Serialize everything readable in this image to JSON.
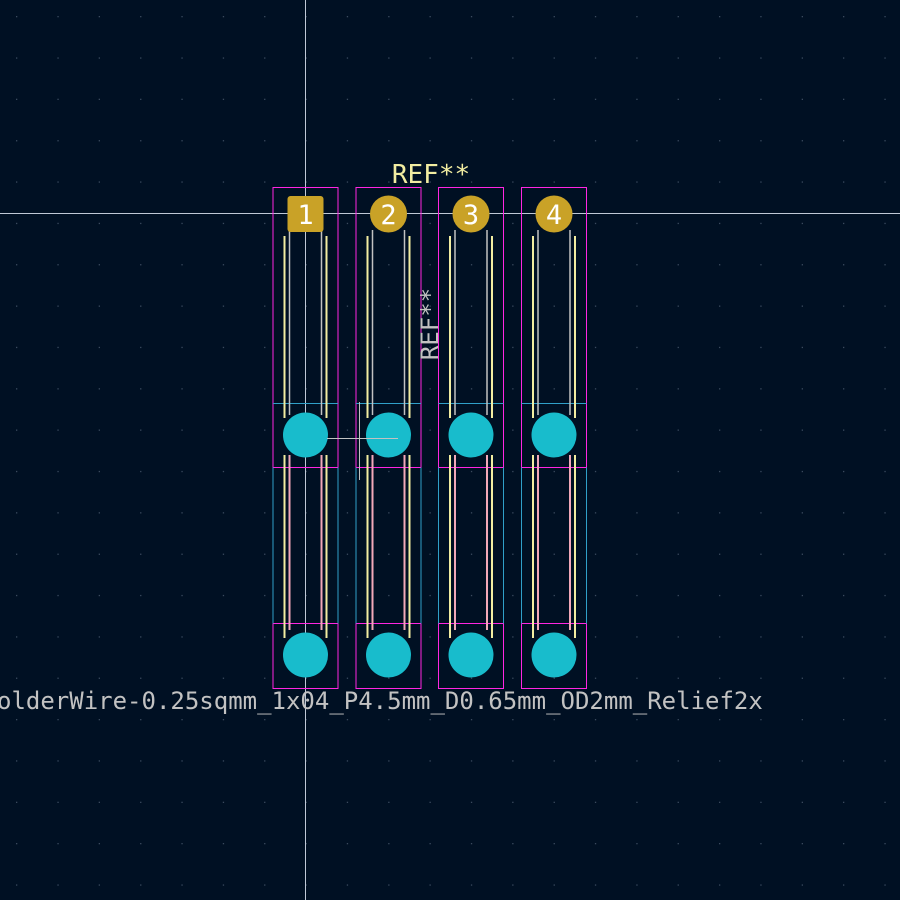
{
  "canvas": {
    "background": "#001023",
    "grid_color": "#3a4a5e",
    "crosshair_color": "#bfc8d6"
  },
  "colors": {
    "silkscreen": "#f2eda1",
    "fab_text": "#c2c2c2",
    "courtyard": "#ff26e2",
    "pad_front": "#c9a227",
    "pad_thru": "#18bccc",
    "fab_outline": "#f2a8b8",
    "cyan_outline": "#30a0c8"
  },
  "footprint": {
    "reference_top": "REF**",
    "reference_fab": "REF**",
    "value": "olderWire-0.25sqmm_1x04_P4.5mm_D0.65mm_OD2mm_Relief2x"
  },
  "pads": [
    {
      "number": "1",
      "shape": "square-pad-icon"
    },
    {
      "number": "2",
      "shape": "circle-pad-icon"
    },
    {
      "number": "3",
      "shape": "circle-pad-icon"
    },
    {
      "number": "4",
      "shape": "circle-pad-icon"
    }
  ]
}
